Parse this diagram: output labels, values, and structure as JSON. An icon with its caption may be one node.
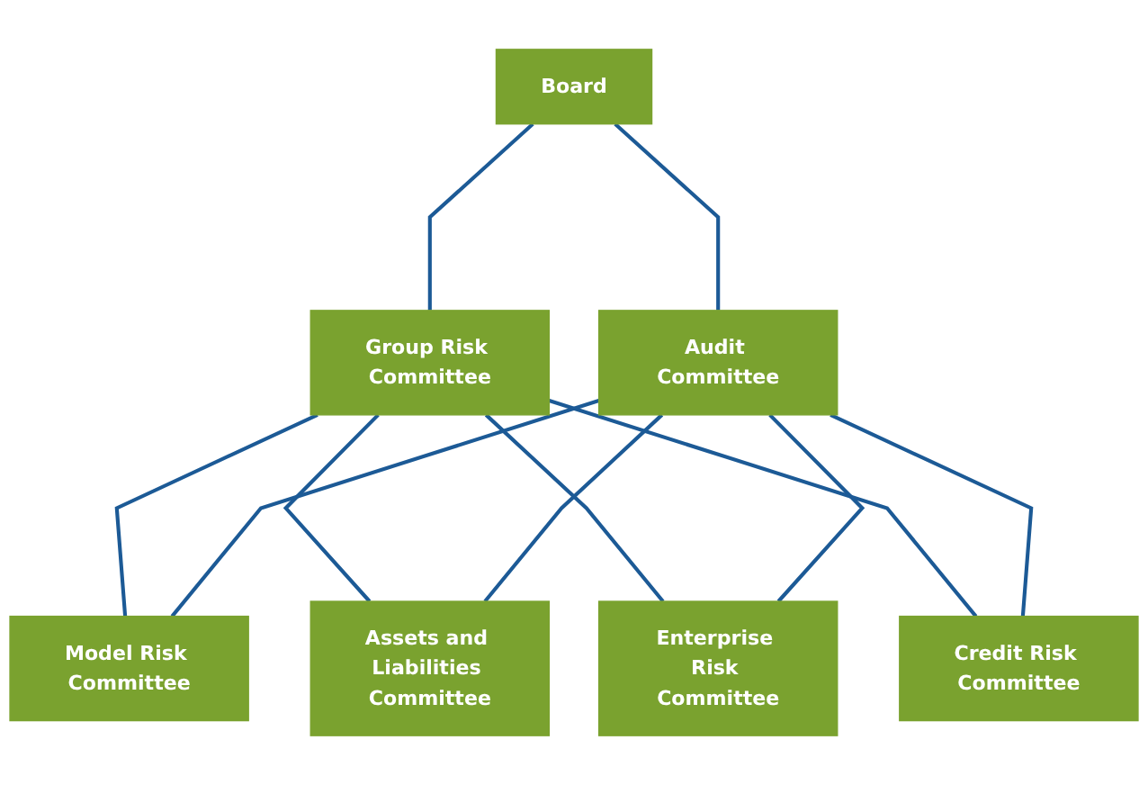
{
  "diagram": {
    "nodes": [
      {
        "text": [
          "Board"
        ]
      },
      {
        "text": [
          "Group Risk Committee"
        ]
      },
      {
        "text": [
          "Audit Committee"
        ]
      },
      {
        "text": [
          "Model Risk Committee"
        ]
      },
      {
        "text": [
          "Assets and Liabilities Committee"
        ]
      },
      {
        "text": [
          "Enterprise Risk Committee"
        ]
      },
      {
        "text": [
          "Credit Risk Committee"
        ]
      }
    ],
    "edges": [
      {
        "from": 0,
        "to": 1,
        "arrow": "none",
        "color": "#1c5a96"
      },
      {
        "from": 0,
        "to": 2,
        "arrow": "none",
        "color": "#1c5a96"
      },
      {
        "from": 1,
        "to": 3,
        "arrow": "none",
        "color": "#1c5a96"
      },
      {
        "from": 1,
        "to": 4,
        "arrow": "none",
        "color": "#1c5a96"
      },
      {
        "from": 1,
        "to": 5,
        "arrow": "none",
        "color": "#1c5a96"
      },
      {
        "from": 1,
        "to": 6,
        "arrow": "none",
        "color": "#1c5a96"
      },
      {
        "from": 2,
        "to": 3,
        "arrow": "none",
        "color": "#1c5a96"
      },
      {
        "from": 2,
        "to": 4,
        "arrow": "none",
        "color": "#1c5a96"
      },
      {
        "from": 2,
        "to": 5,
        "arrow": "none",
        "color": "#1c5a96"
      },
      {
        "from": 2,
        "to": 6,
        "arrow": "none",
        "color": "#1c5a96"
      }
    ]
  }
}
